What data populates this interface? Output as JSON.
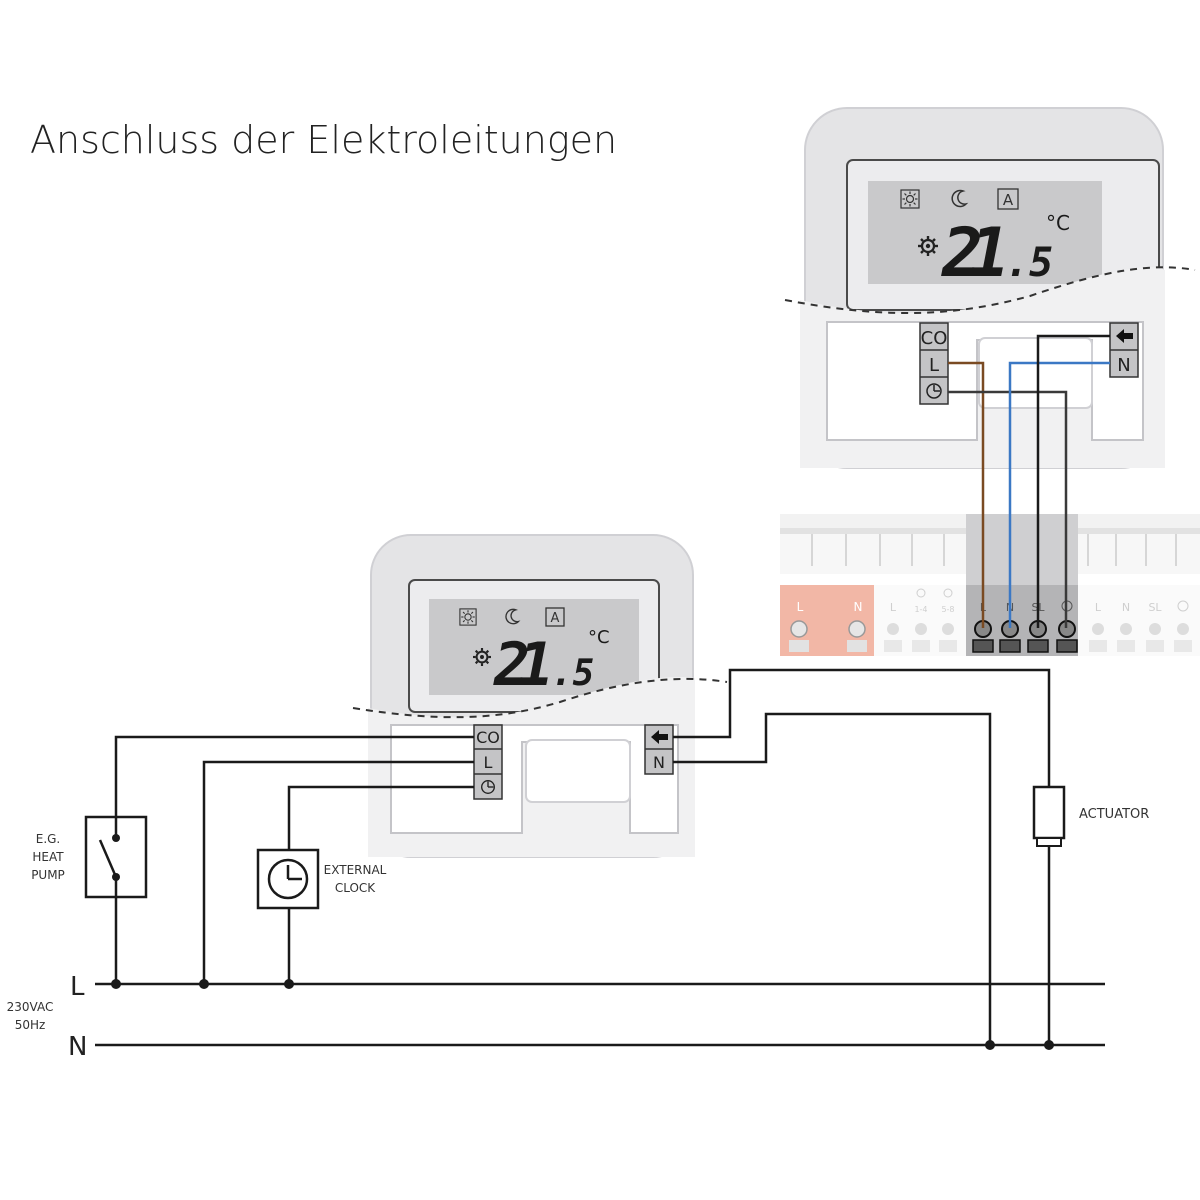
{
  "title": "Anschluss der Elektroleitungen",
  "thermostat": {
    "temperature_main": "21",
    "temperature_decimal": ".5",
    "unit": "°C",
    "mode_auto": "A",
    "terminals_left": [
      "CO",
      "L"
    ],
    "terminals_right": [
      "N"
    ]
  },
  "terminal_strip": {
    "labels": [
      "L",
      "N",
      "L",
      "1-4",
      "5-8",
      "L",
      "N",
      "SL",
      "L",
      "N",
      "SL"
    ]
  },
  "labels": {
    "heat_pump": [
      "E.G.",
      "HEAT",
      "PUMP"
    ],
    "external_clock": [
      "EXTERNAL",
      "CLOCK"
    ],
    "actuator": "ACTUATOR",
    "supply": [
      "230VAC",
      "50Hz"
    ],
    "line_L": "L",
    "line_N": "N"
  },
  "colors": {
    "brown_wire": "#7a4a22",
    "blue_wire": "#3b78c4",
    "black_wire": "#1a1a1a",
    "power_block": "#f2b7a6"
  }
}
